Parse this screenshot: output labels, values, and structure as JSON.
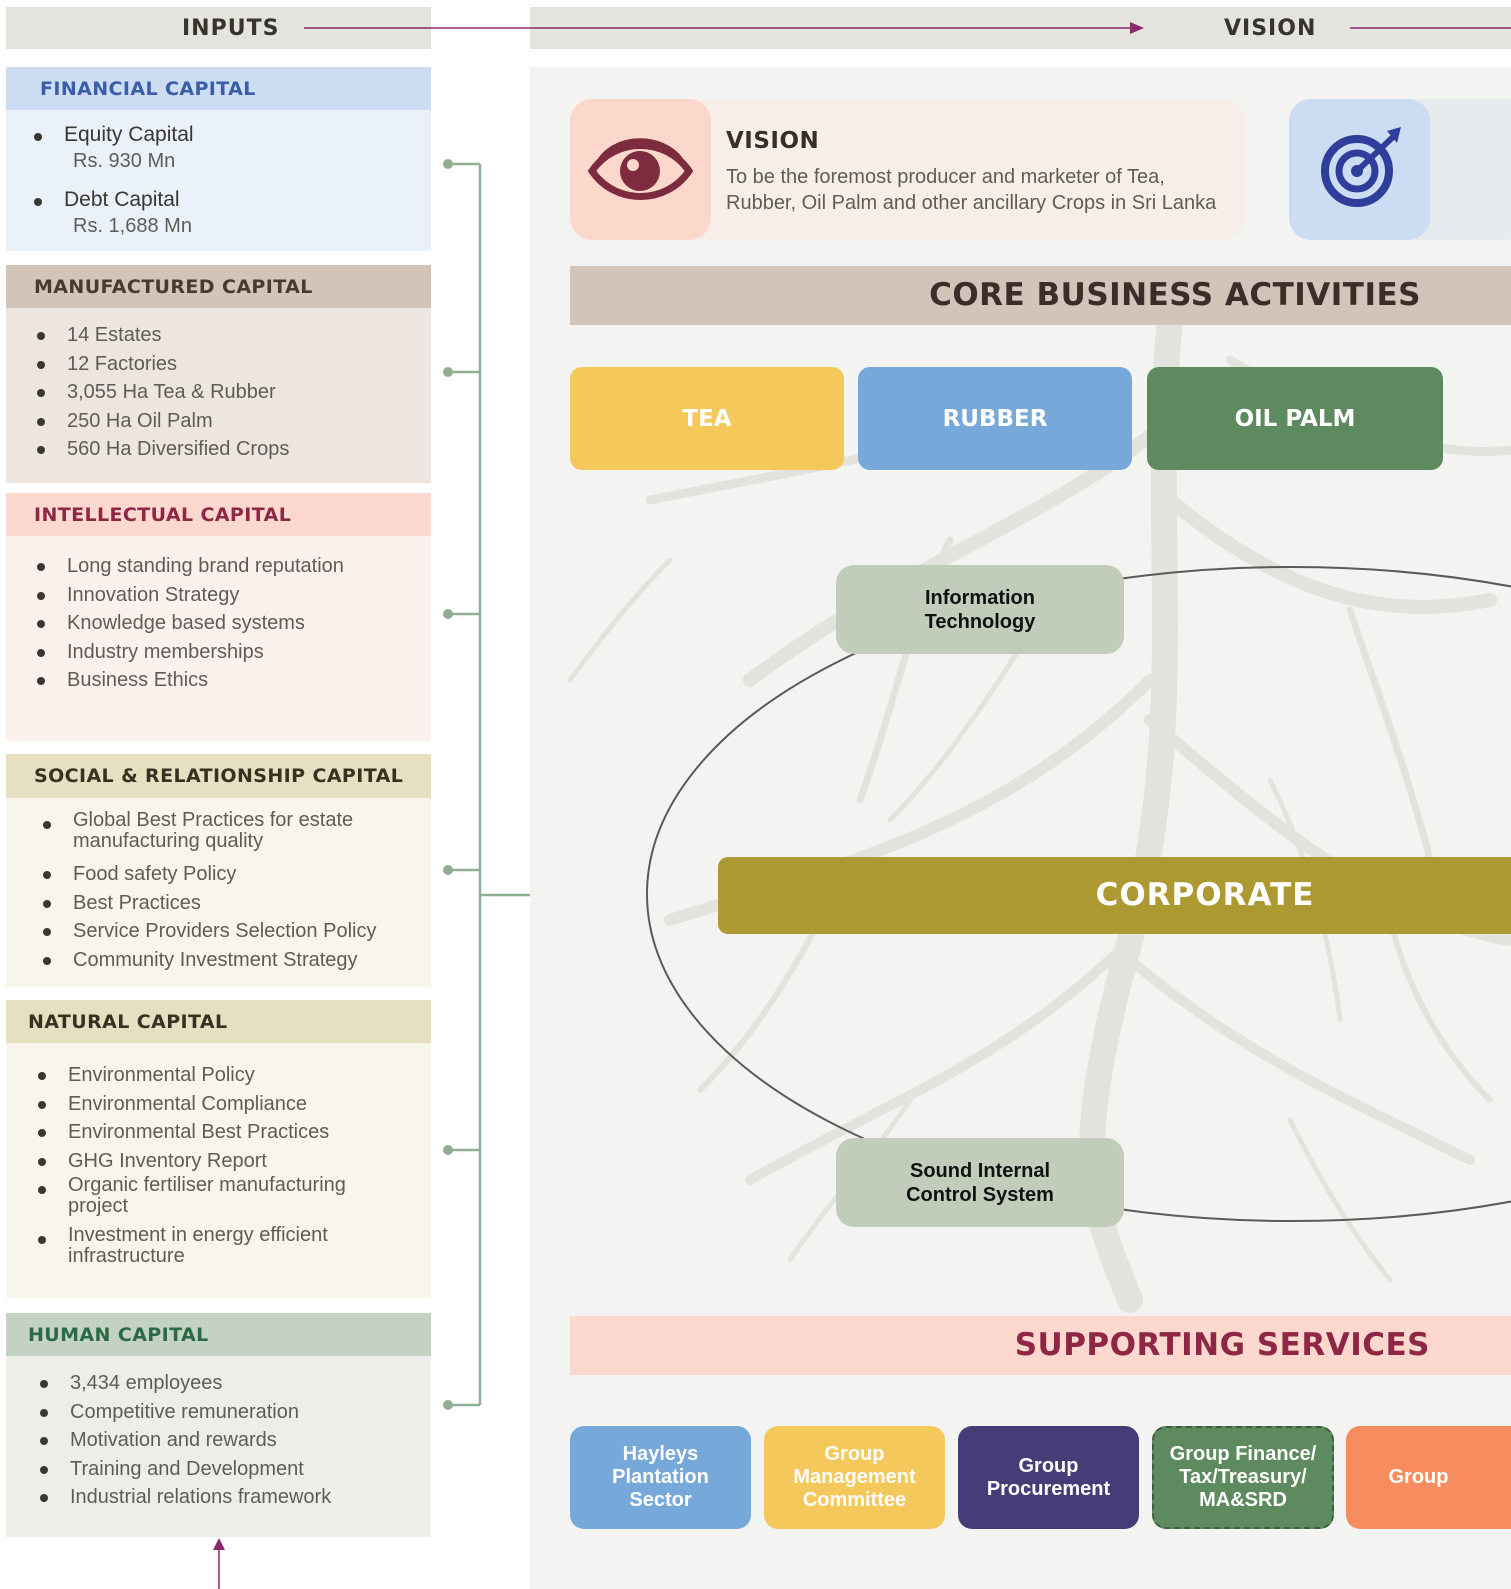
{
  "header": {
    "inputs_label": "INPUTS",
    "vision_label": "VISION"
  },
  "capitals": {
    "financial": {
      "title": "FINANCIAL CAPITAL",
      "items": [
        {
          "label": "Equity Capital",
          "value": "Rs. 930 Mn"
        },
        {
          "label": "Debt Capital",
          "value": "Rs. 1,688 Mn"
        }
      ]
    },
    "manufactured": {
      "title": "MANUFACTURED CAPITAL",
      "items": [
        "14 Estates",
        "12 Factories",
        "3,055 Ha Tea & Rubber",
        "250 Ha Oil Palm",
        "560 Ha Diversified Crops"
      ]
    },
    "intellectual": {
      "title": "INTELLECTUAL CAPITAL",
      "items": [
        "Long standing brand reputation",
        "Innovation Strategy",
        "Knowledge based systems",
        "Industry memberships",
        "Business Ethics"
      ]
    },
    "social": {
      "title": "SOCIAL & RELATIONSHIP CAPITAL",
      "items": [
        "Global Best Practices for estate manufacturing quality",
        "Food safety Policy",
        "Best Practices",
        "Service Providers Selection Policy",
        "Community Investment Strategy"
      ]
    },
    "natural": {
      "title": "NATURAL CAPITAL",
      "items": [
        "Environmental Policy",
        "Environmental Compliance",
        "Environmental Best Practices",
        "GHG Inventory Report",
        "Organic fertiliser manufacturing project",
        "Investment in energy efficient infrastructure"
      ]
    },
    "human": {
      "title": "HUMAN CAPITAL",
      "items": [
        "3,434 employees",
        "Competitive remuneration",
        "Motivation and rewards",
        "Training and Development",
        "Industrial relations framework"
      ]
    }
  },
  "vision": {
    "title": "VISION",
    "text": "To be the foremost producer and marketer of Tea, Rubber, Oil Palm and other ancillary Crops in Sri Lanka"
  },
  "core": {
    "title": "CORE BUSINESS ACTIVITIES",
    "activities": [
      "TEA",
      "RUBBER",
      "OIL PALM"
    ]
  },
  "corporate": {
    "label": "CORPORATE",
    "top_node": "Information\nTechnology",
    "bottom_node": "Sound Internal\nControl System"
  },
  "supporting": {
    "title": "SUPPORTING SERVICES",
    "services": [
      "Hayleys\nPlantation\nSector",
      "Group\nManagement\nCommittee",
      "Group\nProcurement",
      "Group Finance/\nTax/Treasury/\nMA&SRD",
      "Group"
    ]
  },
  "colors": {
    "accent_purple": "#8a2a6a",
    "connector_green": "#8fae93",
    "tea": "#f5c85c",
    "rubber": "#76a9da",
    "oil_palm": "#5e8a5f",
    "corporate": "#ad9931",
    "supporting_title": "#8d2745"
  }
}
